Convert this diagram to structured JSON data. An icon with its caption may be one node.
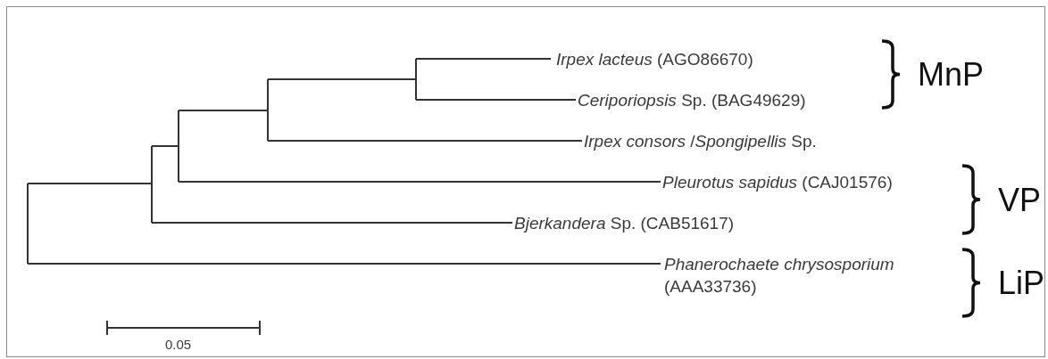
{
  "diagram": {
    "labels": [
      "*Irpex lacteus* (AGO86670)",
      "MnP",
      "*Ceriporiopsis* Sp. (BAG49629)",
      "*Irpex consors* /*Spongipellis* Sp.",
      "*Pleurotus sapidus* (CAJ01576)",
      "VP",
      "*Bjerkandera* Sp. (CAB51617)",
      "*Phanerochaete chrysosporium* (AAA33736)",
      "LiP",
      "0.05"
    ]
  }
}
